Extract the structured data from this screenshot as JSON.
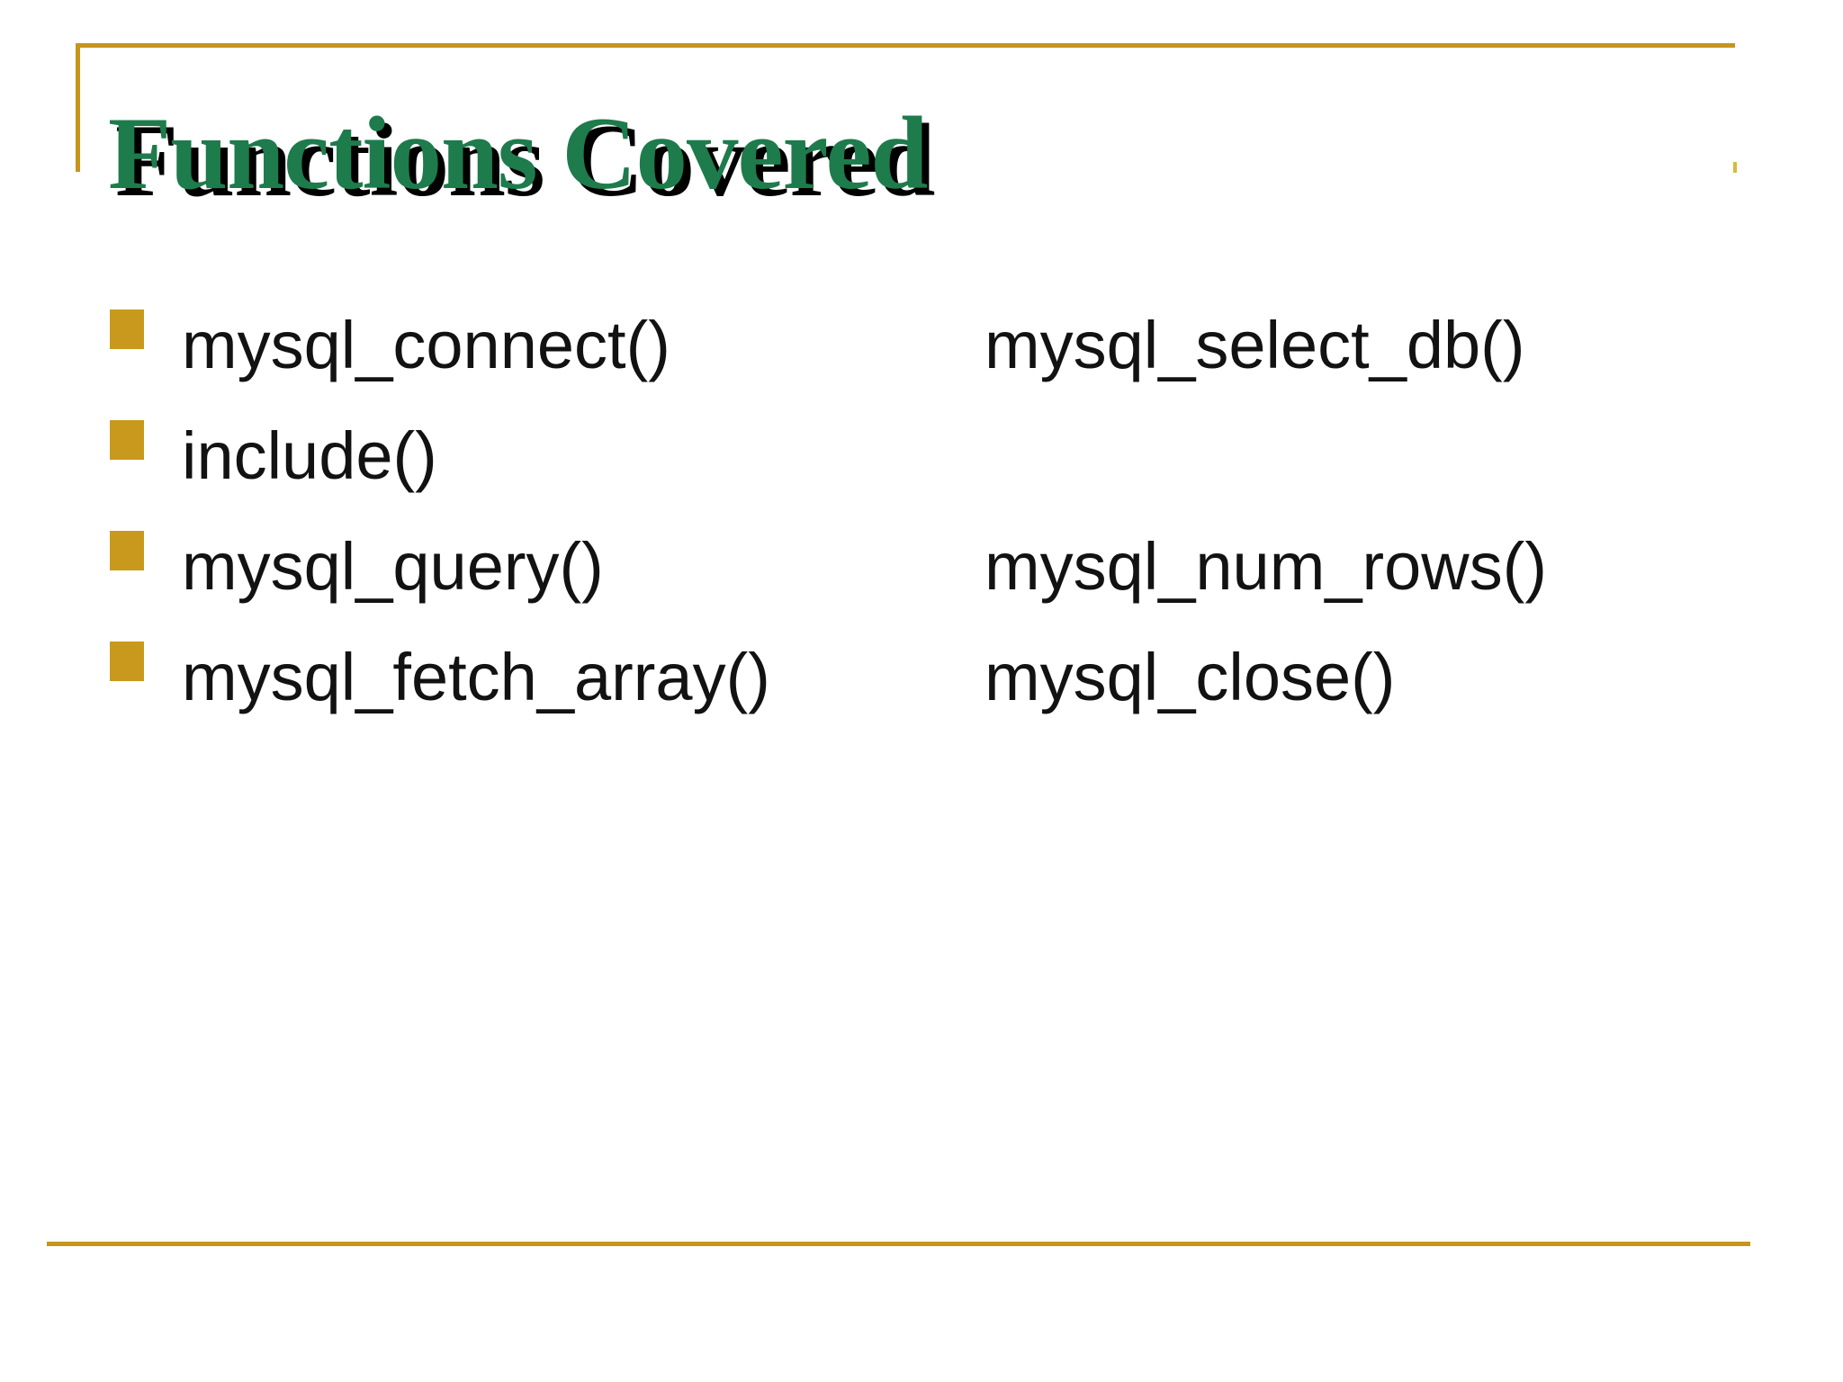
{
  "slide": {
    "title": "Functions Covered",
    "bullets": [
      {
        "left": "mysql_connect()",
        "right": "mysql_select_db()"
      },
      {
        "left": "include()",
        "right": ""
      },
      {
        "left": "mysql_query()",
        "right": "mysql_num_rows()"
      },
      {
        "left": "mysql_fetch_array()",
        "right": "mysql_close()"
      }
    ],
    "colors": {
      "title_green": "#1E7B4C",
      "title_shadow": "#000000",
      "frame_gold": "#C4961B",
      "bullet_gold": "#C9991D",
      "body_text": "#121212",
      "background": "#FFFFFF"
    }
  }
}
